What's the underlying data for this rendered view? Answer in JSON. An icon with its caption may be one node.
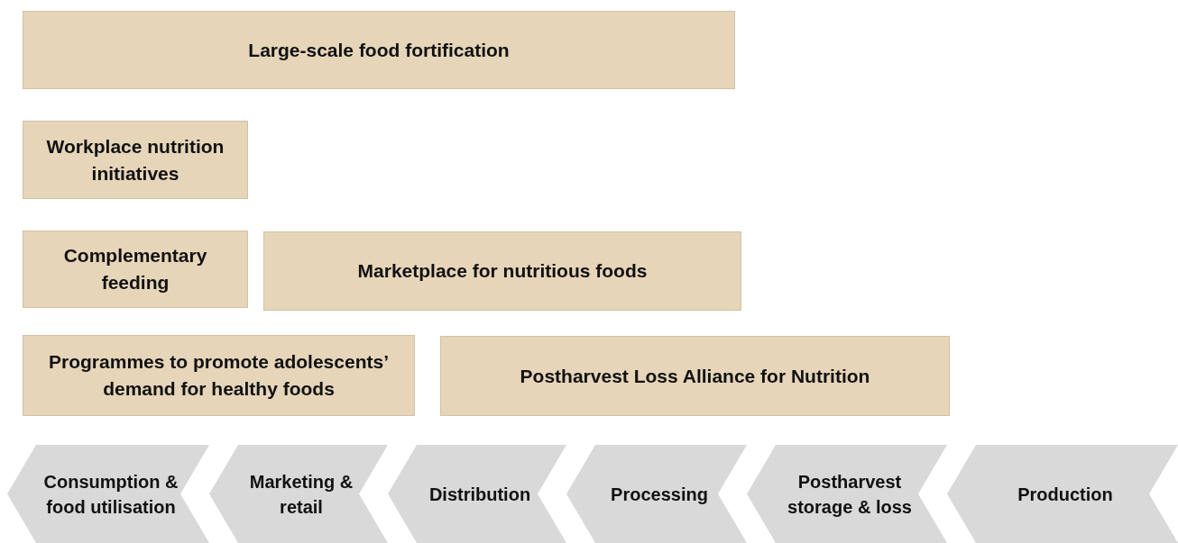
{
  "diagram": {
    "nodes": [
      {
        "text": [
          "Large-scale food fortification"
        ]
      },
      {
        "text": [
          "Workplace nutrition initiatives"
        ]
      },
      {
        "text": [
          "Complementary feeding"
        ]
      },
      {
        "text": [
          "Marketplace for nutritious foods"
        ]
      },
      {
        "text": [
          "Programmes to promote adolescents’ demand for healthy foods"
        ]
      },
      {
        "text": [
          "Postharvest Loss Alliance for Nutrition"
        ]
      },
      {
        "text": [
          "Consumption & food utilisation"
        ]
      },
      {
        "text": [
          "Marketing & retail"
        ]
      },
      {
        "text": [
          "Distribution"
        ]
      },
      {
        "text": [
          "Processing"
        ]
      },
      {
        "text": [
          "Postharvest storage & loss"
        ]
      },
      {
        "text": [
          "Production"
        ]
      }
    ]
  }
}
